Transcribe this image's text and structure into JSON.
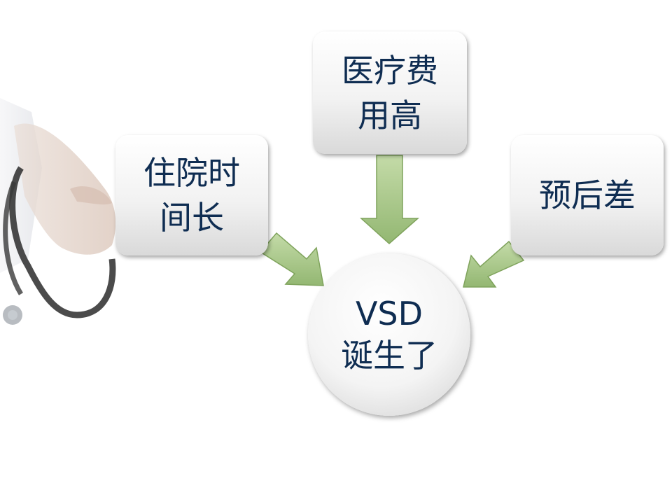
{
  "nodes": {
    "left": {
      "line1": "住院时",
      "line2": "间长"
    },
    "top": {
      "line1": "医疗费",
      "line2": "用高"
    },
    "right": {
      "line1": "预后差"
    },
    "center": {
      "line1": "VSD",
      "line2": "诞生了"
    }
  },
  "colors": {
    "text": "#0f2d52",
    "arrow_fill": "#a9c888",
    "arrow_stroke": "#7fa35c"
  },
  "icons": {
    "background_photo": "doctor-hand-stethoscope"
  }
}
